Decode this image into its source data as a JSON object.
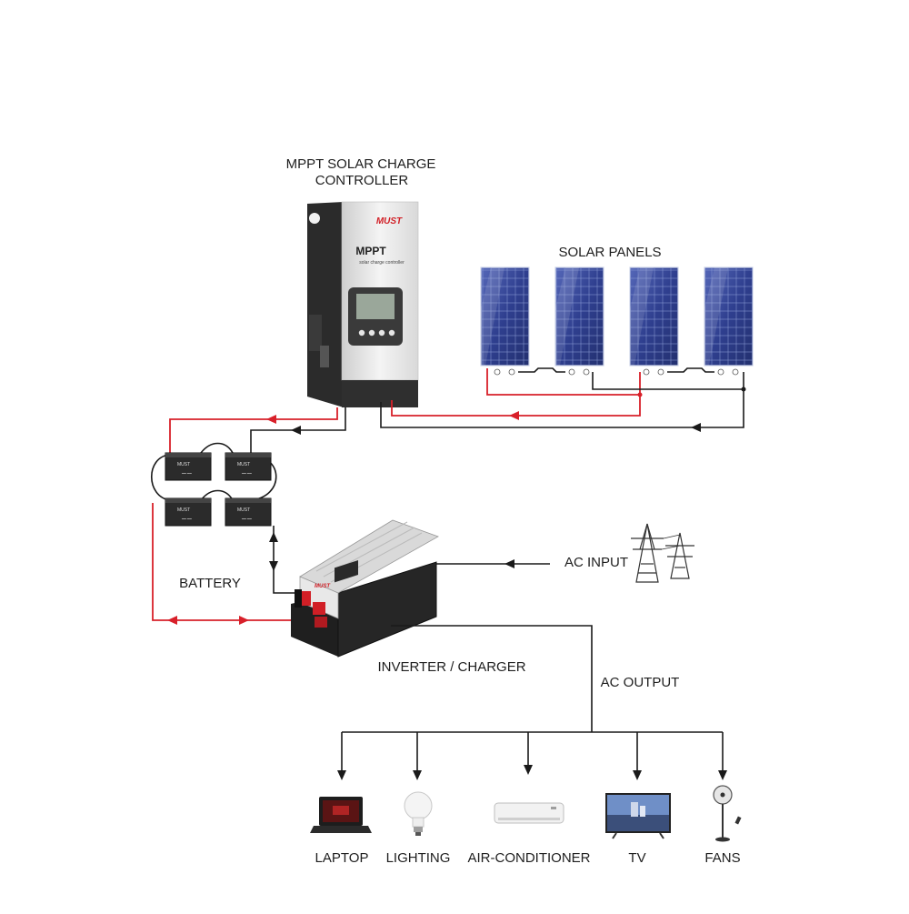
{
  "labels": {
    "controller_line1": "MPPT SOLAR CHARGE",
    "controller_line2": "CONTROLLER",
    "solar_panels": "SOLAR PANELS",
    "battery": "BATTERY",
    "ac_input": "AC INPUT",
    "inverter": "INVERTER / CHARGER",
    "ac_output": "AC OUTPUT"
  },
  "controller_device": {
    "brand": "MUST",
    "model": "MPPT",
    "subtitle": "solar charge controller"
  },
  "inverter_device": {
    "brand": "MUST"
  },
  "battery_units": [
    {
      "brand": "MUST"
    },
    {
      "brand": "MUST"
    },
    {
      "brand": "MUST"
    },
    {
      "brand": "MUST"
    }
  ],
  "loads": [
    {
      "label": "LAPTOP",
      "icon": "laptop-icon"
    },
    {
      "label": "LIGHTING",
      "icon": "light-bulb-icon"
    },
    {
      "label": "AIR-CONDITIONER",
      "icon": "air-conditioner-icon"
    },
    {
      "label": "TV",
      "icon": "tv-icon"
    },
    {
      "label": "FANS",
      "icon": "fan-icon"
    }
  ],
  "colors": {
    "positive_wire": "#d8202a",
    "negative_wire": "#1a1a1a",
    "panel_blue": "#2f3f8f",
    "device_dark": "#2b2b2b",
    "device_silver": "#e9e9e9",
    "brand_red": "#d11f26"
  }
}
